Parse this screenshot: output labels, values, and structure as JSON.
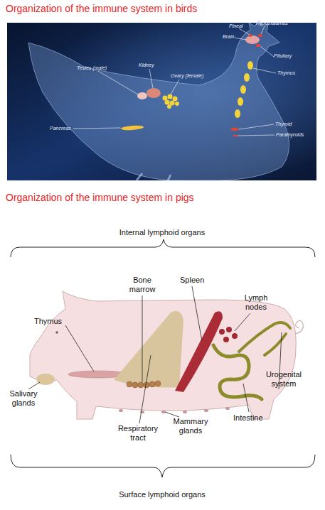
{
  "diagram": {
    "title": "Organization of the immune system in birds",
    "labels": [
      "Pineal",
      "Hypothalamus",
      "Brain",
      "Testes (male)",
      "Kidney",
      "Ovary (female)",
      "Pituitary",
      "Thymus",
      "Thyroid",
      "Parathyroids",
      "Pancreas",
      "Organization of the immune system in pigs",
      "Internal lymphoid organs",
      "Bone marrow",
      "Spleen",
      "Lymph nodes",
      "Thymus",
      "Salivary glands",
      "Respiratory tract",
      "Mammary glands",
      "Urogenital system",
      "Intestine",
      "Surface lymphoid organs"
    ]
  }
}
